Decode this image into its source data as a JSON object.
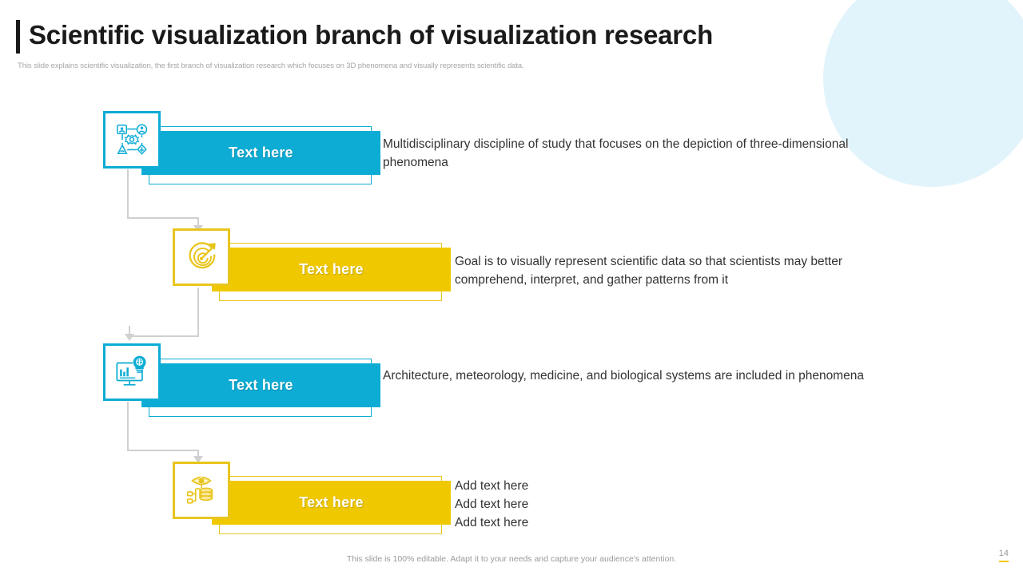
{
  "header": {
    "title": "Scientific visualization branch of visualization research",
    "subtitle": "This slide explains scientific visualization, the first branch of visualization research which focuses on 3D phenomena and visually represents scientific data."
  },
  "colors": {
    "teal": "#0CACD4",
    "gold": "#EFC800",
    "gold_border": "#E8C51D",
    "title": "#1A1A1A",
    "body": "#333333",
    "muted": "#9A9A9A",
    "connector": "#D0D0D0",
    "circle": "#E2F4FB"
  },
  "rows": [
    {
      "icon": "network-nodes-gear-icon",
      "accent": "teal",
      "label": "Text here",
      "body": "Multidisciplinary discipline of study that focuses on the depiction of three-dimensional phenomena"
    },
    {
      "icon": "target-dart-icon",
      "accent": "gold",
      "label": "Text here",
      "body": "Goal is to visually represent scientific data so that scientists may better comprehend, interpret, and gather patterns from it"
    },
    {
      "icon": "monitor-chart-bulb-icon",
      "accent": "teal",
      "label": "Text here",
      "body": "Architecture, meteorology, medicine, and biological systems are included in phenomena"
    },
    {
      "icon": "data-funnel-eye-icon",
      "accent": "gold",
      "label": "Text here",
      "body": "Add text here\nAdd text here\nAdd text here"
    }
  ],
  "footer": {
    "note": "This slide is 100% editable. Adapt it to your needs and capture your audience's attention.",
    "page_number": "14"
  }
}
